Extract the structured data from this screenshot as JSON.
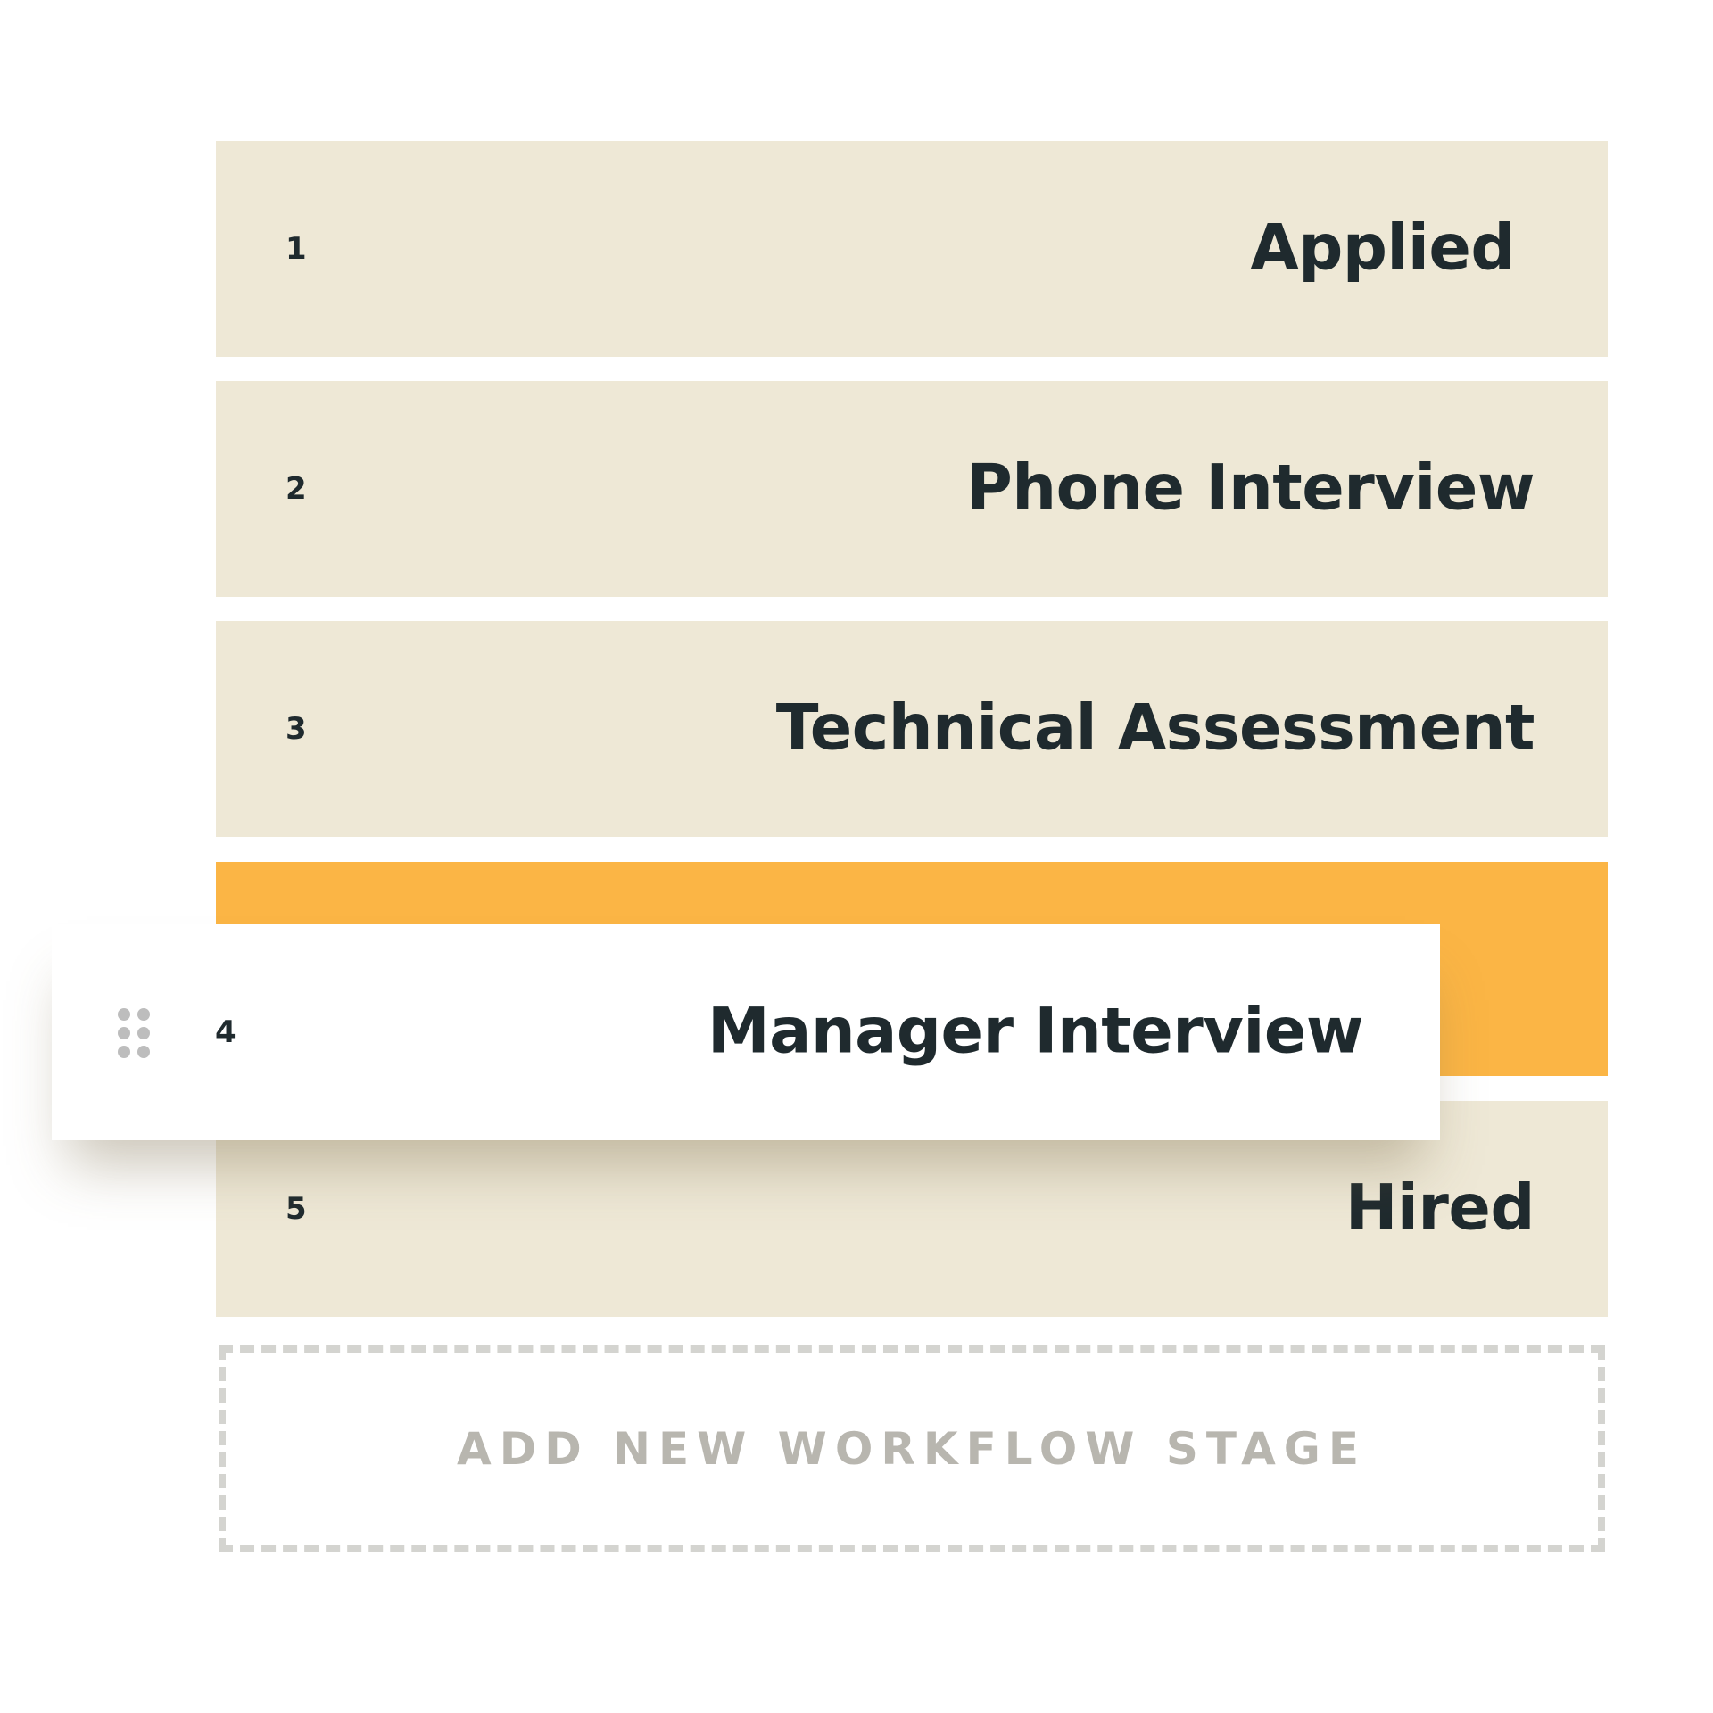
{
  "colors": {
    "stage_background": "#EEE8D6",
    "drop_target_accent": "#FBB545",
    "text_primary": "#1F2A2E",
    "dashed_border": "#D4D4D0",
    "add_label": "#B8B6AF"
  },
  "workflow": {
    "stages": [
      {
        "number": "1",
        "label": "Applied"
      },
      {
        "number": "2",
        "label": "Phone Interview"
      },
      {
        "number": "3",
        "label": "Technical Assessment"
      },
      {
        "number": "4",
        "label": "Manager Interview"
      },
      {
        "number": "5",
        "label": "Hired"
      }
    ],
    "dragging_stage_index": 3,
    "drag_handle_icon": "drag-handle-icon",
    "add_stage_label": "ADD NEW WORKFLOW STAGE"
  }
}
